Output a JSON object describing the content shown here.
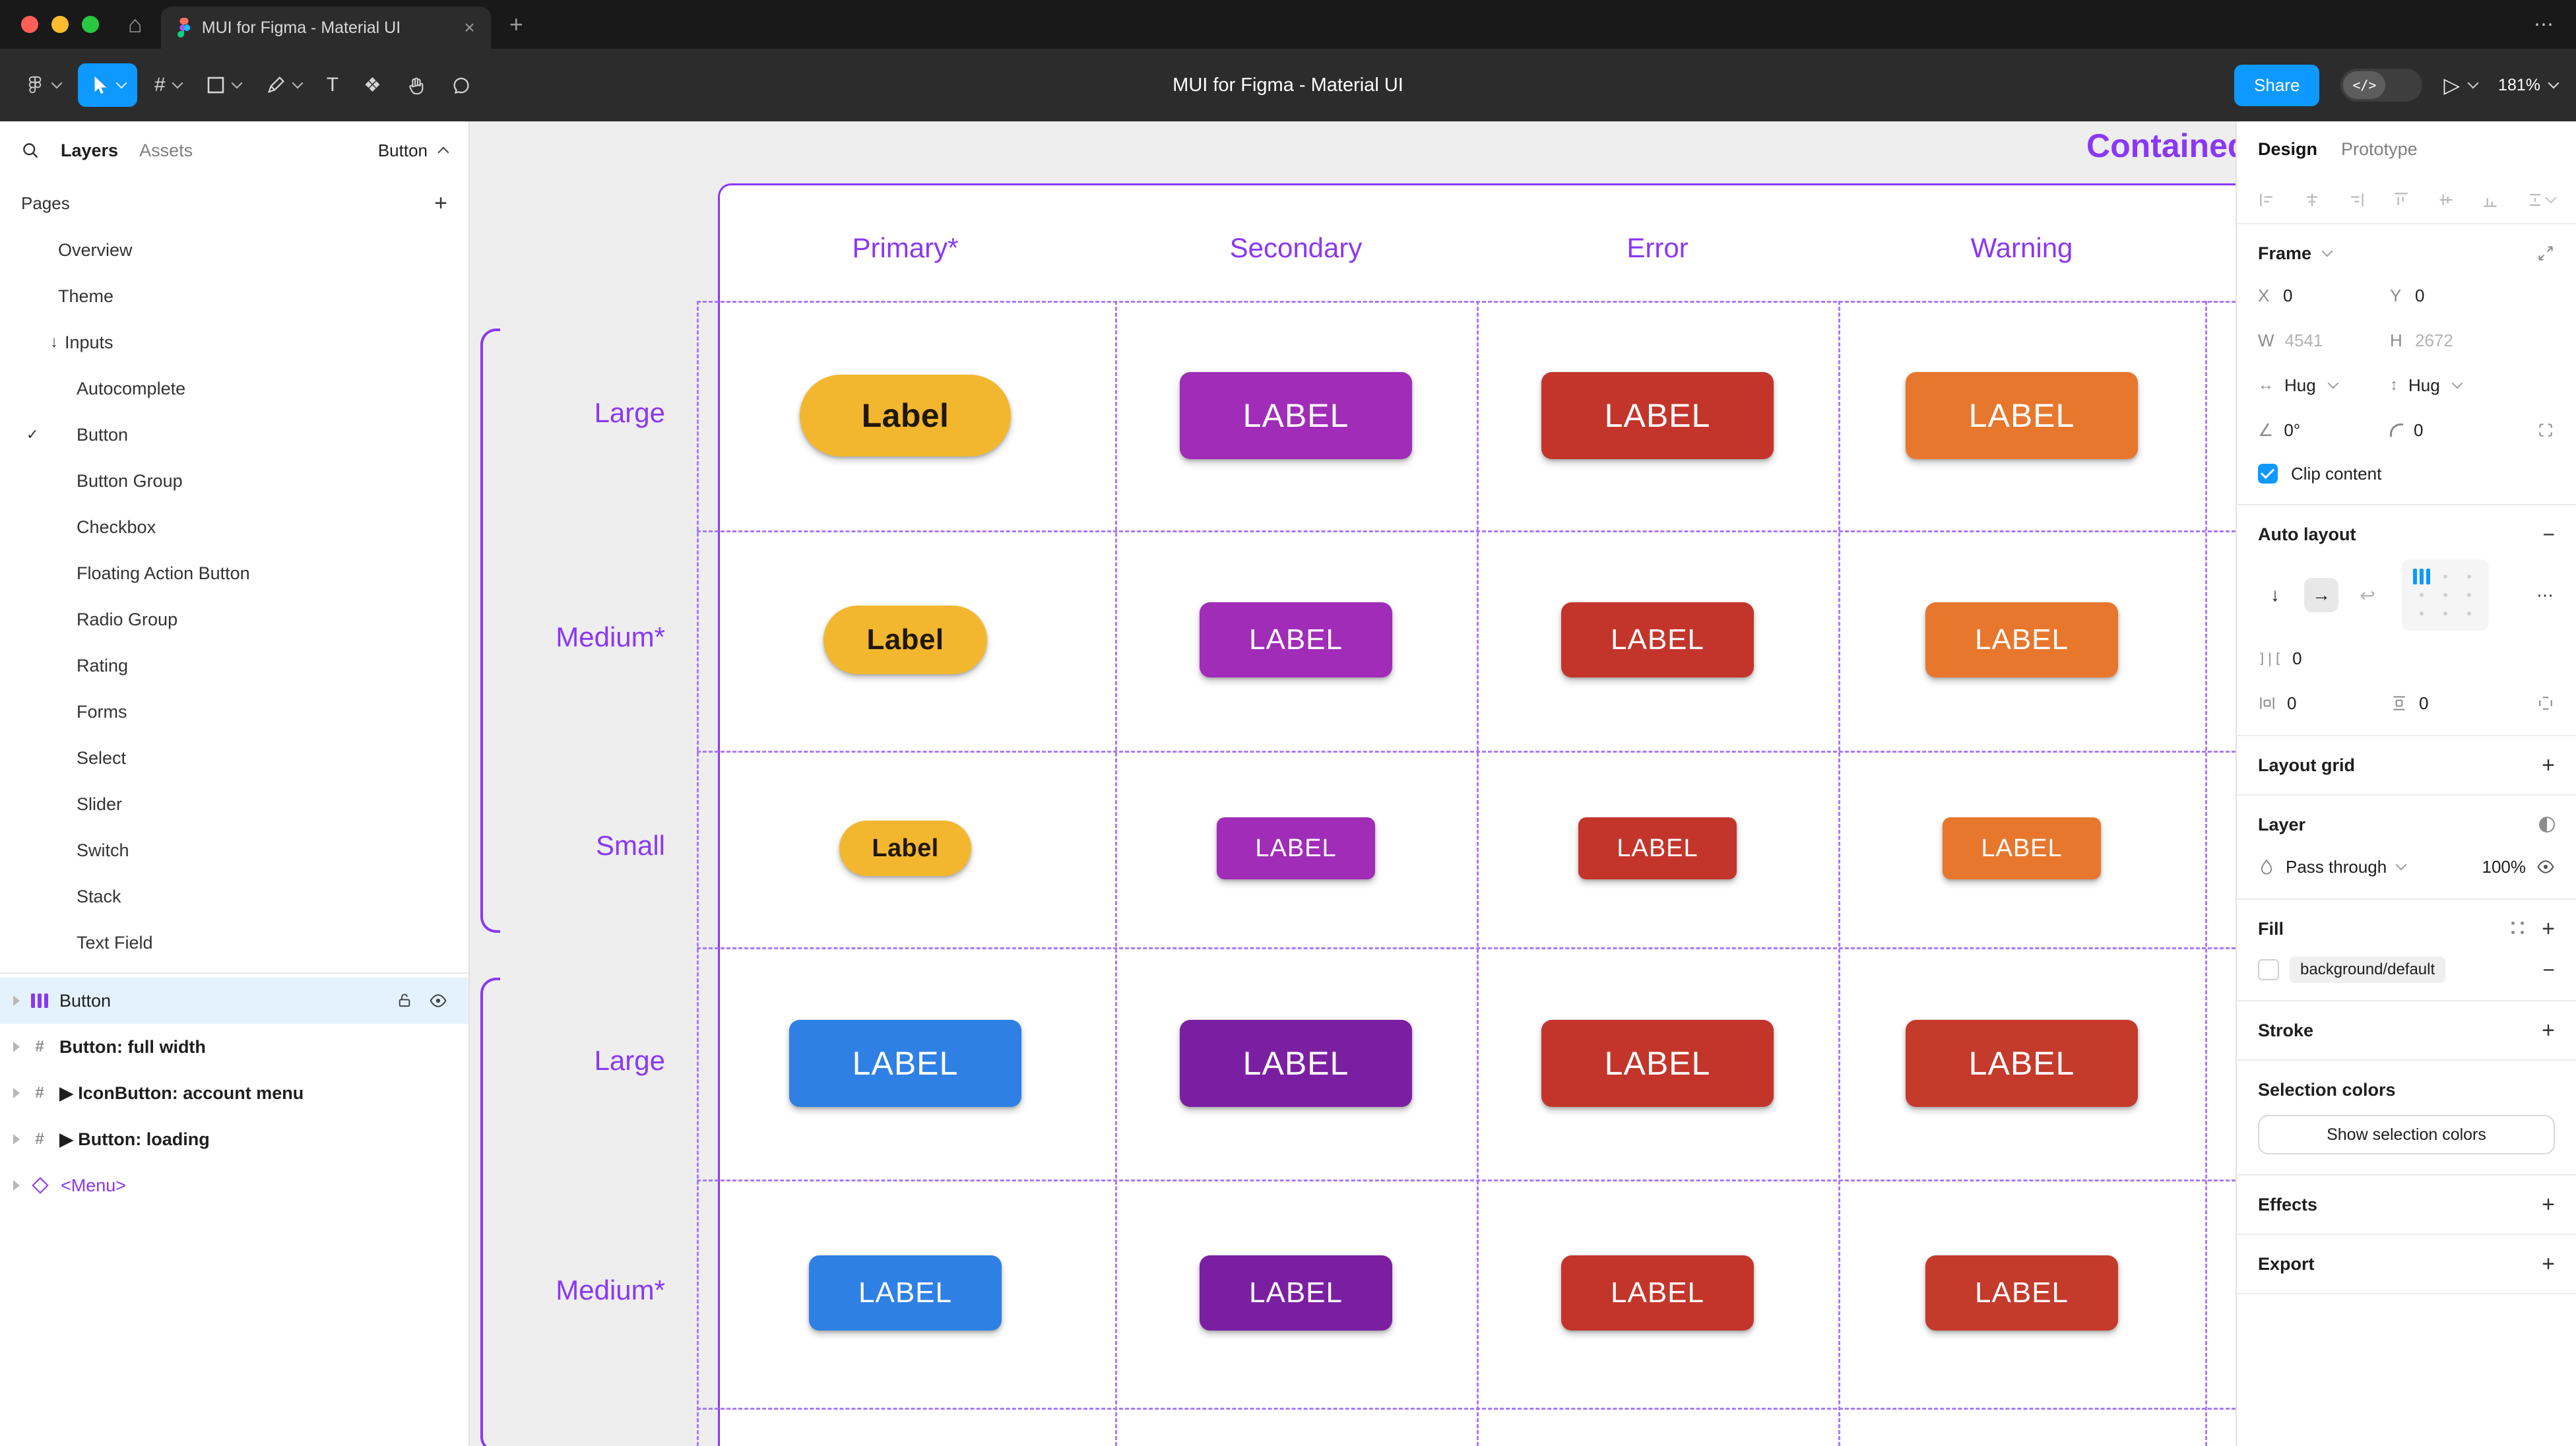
{
  "window": {
    "tab_title": "MUI for Figma - Material UI",
    "toolbar_title": "MUI for Figma - Material UI",
    "share_label": "Share",
    "zoom_level": "181%"
  },
  "icons": {
    "play": "▷",
    "components": "❖",
    "text_tool": "T",
    "frame_tool": "#",
    "dev_mode": "</>",
    "overflow": "⋯",
    "new_tab": "+",
    "close_tab": "×",
    "home": "⌂",
    "add": "+",
    "remove": "−",
    "check": "✓",
    "arrow_down": "↓",
    "arrow_right": "→",
    "wrap": "↩",
    "angle": "∠",
    "hug_h": "↔",
    "hug_v": "↕",
    "gap": "]|[",
    "hash": "#",
    "menu_dots": "⋯"
  },
  "colors": {
    "accent_blue": "#0d99ff",
    "figma_purple": "#8A38F5",
    "guide_purple": "#A979FA"
  },
  "sidebar": {
    "tab_layers": "Layers",
    "tab_assets": "Assets",
    "page_selector": "Button",
    "pages_header": "Pages",
    "pages": [
      {
        "label": "Overview",
        "indent": 0
      },
      {
        "label": "Theme",
        "indent": 0
      },
      {
        "label": "Inputs",
        "indent": 0,
        "prefix": "arrow-down"
      },
      {
        "label": "Autocomplete",
        "indent": 1
      },
      {
        "label": "Button",
        "indent": 1,
        "checked": true
      },
      {
        "label": "Button Group",
        "indent": 1
      },
      {
        "label": "Checkbox",
        "indent": 1
      },
      {
        "label": "Floating Action Button",
        "indent": 1
      },
      {
        "label": "Radio Group",
        "indent": 1
      },
      {
        "label": "Rating",
        "indent": 1
      },
      {
        "label": "Forms",
        "indent": 1
      },
      {
        "label": "Select",
        "indent": 1
      },
      {
        "label": "Slider",
        "indent": 1
      },
      {
        "label": "Switch",
        "indent": 1
      },
      {
        "label": "Stack",
        "indent": 1
      },
      {
        "label": "Text Field",
        "indent": 1
      }
    ],
    "layers": [
      {
        "label": "Button",
        "icon": "auto-layout",
        "selected": true,
        "bold": false
      },
      {
        "label": "Button: full width",
        "icon": "frame",
        "bold": true
      },
      {
        "label": "▶ IconButton: account menu",
        "icon": "frame",
        "bold": true
      },
      {
        "label": "▶ Button: loading",
        "icon": "frame",
        "bold": true
      },
      {
        "label": "<Menu>",
        "icon": "instance",
        "purple": true
      }
    ]
  },
  "canvas": {
    "frame_title": "Contained",
    "columns": [
      "Primary*",
      "Secondary",
      "Error",
      "Warning"
    ],
    "rows": [
      {
        "label": "Large",
        "size": "large",
        "buttons": [
          {
            "text": "Label",
            "bg": "#F3B72F",
            "fg": "rgba(0,0,0,0.87)",
            "pill": true
          },
          {
            "text": "LABEL",
            "bg": "#A02CB8"
          },
          {
            "text": "LABEL",
            "bg": "#C3352B"
          },
          {
            "text": "LABEL",
            "bg": "#E8772E"
          }
        ]
      },
      {
        "label": "Medium*",
        "size": "medium",
        "buttons": [
          {
            "text": "Label",
            "bg": "#F3B72F",
            "fg": "rgba(0,0,0,0.87)",
            "pill": true
          },
          {
            "text": "LABEL",
            "bg": "#A02CB8"
          },
          {
            "text": "LABEL",
            "bg": "#C3352B"
          },
          {
            "text": "LABEL",
            "bg": "#E8772E"
          }
        ]
      },
      {
        "label": "Small",
        "size": "small",
        "buttons": [
          {
            "text": "Label",
            "bg": "#F3B72F",
            "fg": "rgba(0,0,0,0.87)",
            "pill": true
          },
          {
            "text": "LABEL",
            "bg": "#A02CB8"
          },
          {
            "text": "LABEL",
            "bg": "#C3352B"
          },
          {
            "text": "LABEL",
            "bg": "#E8772E"
          }
        ]
      },
      {
        "label": "Large",
        "size": "large",
        "buttons": [
          {
            "text": "LABEL",
            "bg": "#2F80E4"
          },
          {
            "text": "LABEL",
            "bg": "#7B1FA2"
          },
          {
            "text": "LABEL",
            "bg": "#C3352B"
          },
          {
            "text": "LABEL",
            "bg": "#C43A2B"
          }
        ]
      },
      {
        "label": "Medium*",
        "size": "medium",
        "buttons": [
          {
            "text": "LABEL",
            "bg": "#2F80E4"
          },
          {
            "text": "LABEL",
            "bg": "#7B1FA2"
          },
          {
            "text": "LABEL",
            "bg": "#C3352B"
          },
          {
            "text": "LABEL",
            "bg": "#C43A2B"
          }
        ]
      }
    ]
  },
  "inspector": {
    "tabs": [
      "Design",
      "Prototype"
    ],
    "frame": {
      "header": "Frame",
      "x_label": "X",
      "x": "0",
      "y_label": "Y",
      "y": "0",
      "w_label": "W",
      "w": "4541",
      "h_label": "H",
      "h": "2672",
      "hug_h": "Hug",
      "hug_v": "Hug",
      "rotation": "0°",
      "radius": "0",
      "clip": "Clip content"
    },
    "auto_layout": {
      "header": "Auto layout",
      "gap": "0",
      "pad_h": "0",
      "pad_v": "0"
    },
    "layout_grid": "Layout grid",
    "layer": {
      "header": "Layer",
      "blend": "Pass through",
      "opacity": "100%"
    },
    "fill": {
      "header": "Fill",
      "value": "background/default"
    },
    "stroke": "Stroke",
    "selection_colors": {
      "header": "Selection colors",
      "button": "Show selection colors"
    },
    "effects": "Effects",
    "export": "Export"
  }
}
